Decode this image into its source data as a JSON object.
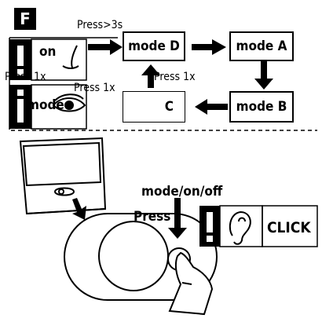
{
  "step_badge": "F",
  "top_panel": {
    "press_label_top": "Press>3s",
    "press_label_left": "Press 1x",
    "press_label_mid": "Press 1x",
    "press_label_right": "Press 1x",
    "on_label": "on",
    "mode_label": "mode",
    "boxes": {
      "mode_d": "mode D",
      "mode_a": "mode A",
      "mode_b": "mode B",
      "mode_c": "C"
    }
  },
  "bottom_panel": {
    "button_caption": "mode/on/off",
    "press_label": "Press",
    "click_label": "CLICK"
  },
  "icons": [
    "warning-exclamation-icon",
    "info-icon",
    "eye-icon",
    "finger-toggle-icon",
    "ear-icon",
    "hand-pressing-icon",
    "right-arrow-icon",
    "down-arrow-icon",
    "left-arrow-icon",
    "up-arrow-icon"
  ]
}
